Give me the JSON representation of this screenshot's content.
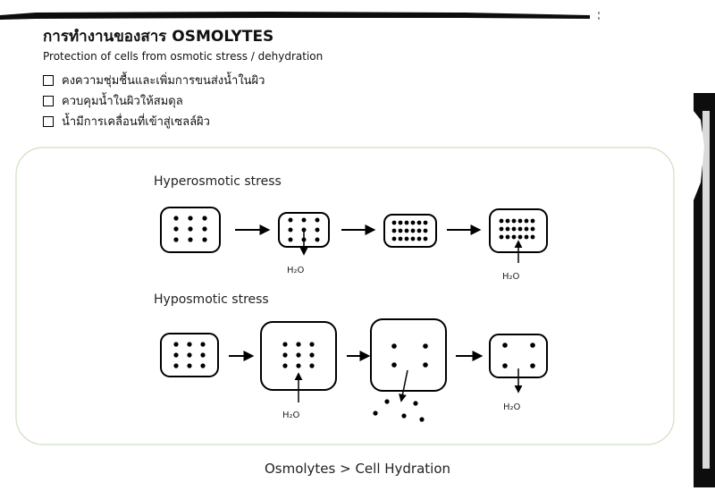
{
  "header": {
    "title": "การทำงานของสาร OSMOLYTES",
    "subtitle": "Protection of cells from osmotic stress / dehydration"
  },
  "bullets": [
    "คงความชุ่มชื้นและเพิ่มการขนส่งน้ำในผิว",
    "ควบคุมน้ำในผิวให้สมดุล",
    "น้ำมีการเคลื่อนที่เข้าสู่เซลล์ผิว"
  ],
  "diagram": {
    "hyper_label": "Hyperosmotic stress",
    "hypo_label": "Hyposmotic stress",
    "water_label": "H₂O"
  },
  "caption": "Osmolytes > Cell Hydration"
}
